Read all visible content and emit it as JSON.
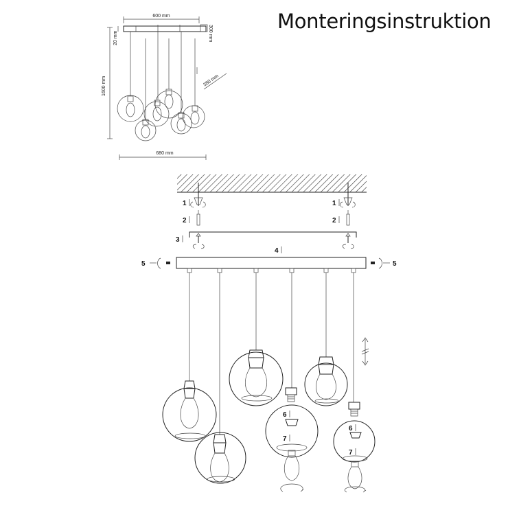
{
  "title": "Monteringsinstruktion",
  "dimensions": {
    "top_width": "600 mm",
    "bottom_width": "680 mm",
    "height": "1600 mm",
    "canopy_height": "20 mm",
    "canopy_depth": "300 mm",
    "diagonal": "380 mm"
  },
  "steps": {
    "s1": "1",
    "s2": "2",
    "s3": "3",
    "s4": "4",
    "s5": "5",
    "s6": "6",
    "s7": "7"
  }
}
